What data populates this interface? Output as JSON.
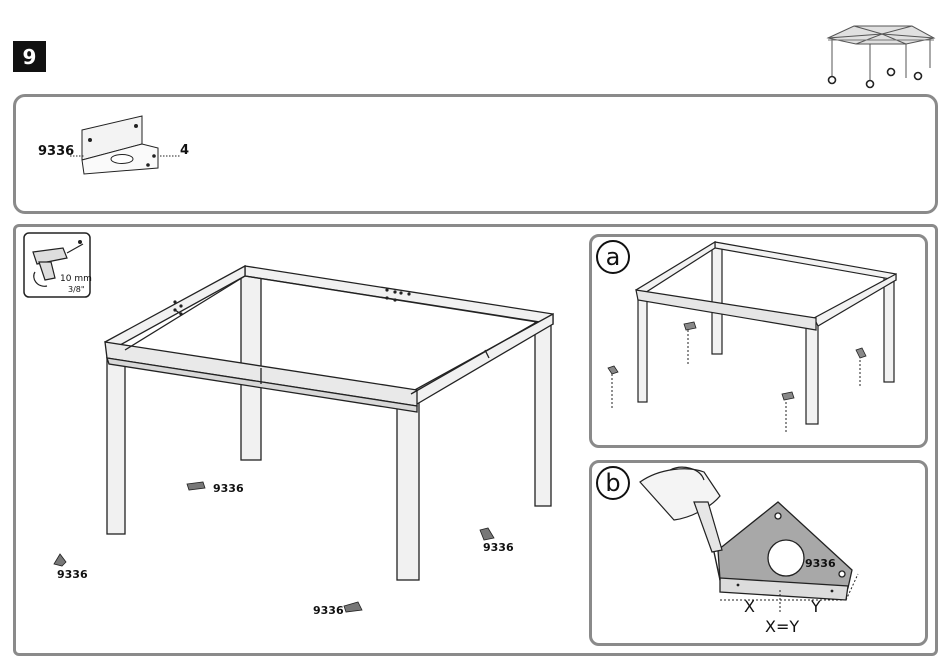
{
  "step": {
    "number": "9"
  },
  "parts": {
    "code": "9336",
    "quantity": "4"
  },
  "drill": {
    "size_mm": "10 mm",
    "size_inch": "3/8\""
  },
  "main": {
    "callouts": [
      "9336",
      "9336",
      "9336",
      "9336"
    ]
  },
  "detail_a": {
    "letter": "a"
  },
  "detail_b": {
    "letter": "b",
    "code": "9336",
    "dim_x": "X",
    "dim_y": "Y",
    "equation": "X=Y"
  },
  "icons": [
    "gazebo-thumbnail-icon",
    "drill-icon",
    "corner-bracket-icon"
  ]
}
